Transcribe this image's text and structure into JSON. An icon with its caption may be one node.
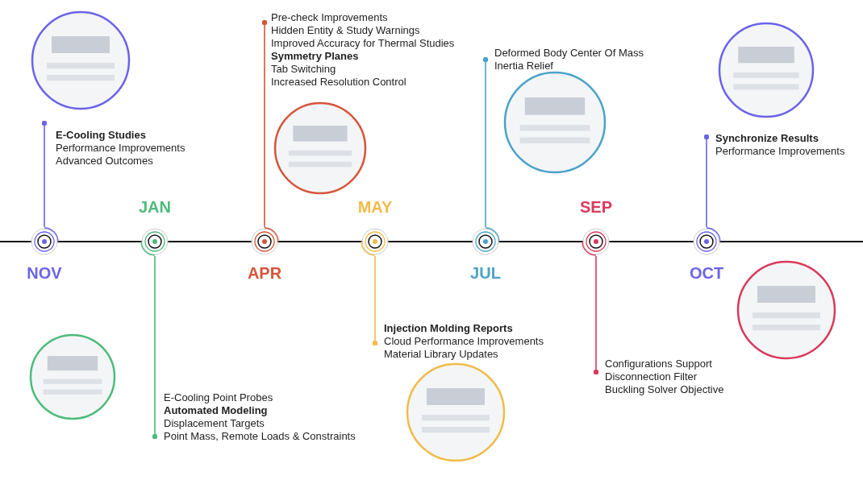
{
  "diagram": {
    "nodes": [
      {
        "text": [
          "NOV"
        ]
      },
      {
        "text": [
          "JAN"
        ]
      },
      {
        "text": [
          "APR"
        ]
      },
      {
        "text": [
          "MAY"
        ]
      },
      {
        "text": [
          "JUL"
        ]
      },
      {
        "text": [
          "SEP"
        ]
      },
      {
        "text": [
          "OCT"
        ]
      },
      {
        "text": [
          "**E-Cooling Studies**",
          "Performance Improvements",
          "Advanced Outcomes"
        ]
      },
      {
        "text": [
          "E-Cooling Point Probes",
          "**Automated Modeling**",
          "Displacement Targets",
          "Point Mass, Remote Loads & Constraints"
        ]
      },
      {
        "text": [
          "Pre-check Improvements",
          "Hidden Entity & Study Warnings",
          "Improved Accuracy for Thermal Studies",
          "**Symmetry Planes**",
          "Tab Switching",
          "Increased Resolution Control"
        ]
      },
      {
        "text": [
          "**Injection Molding Reports**",
          "Cloud Performance Improvements",
          "Material Library Updates"
        ]
      },
      {
        "text": [
          "Deformed Body Center Of Mass",
          "Inertia Relief"
        ]
      },
      {
        "text": [
          "Configurations Support",
          "Disconnection Filter",
          "Buckling Solver Objective"
        ]
      },
      {
        "text": [
          "**Synchronize Results**",
          "Performance Improvements"
        ]
      },
      {
        "text": [],
        "shape": "picture"
      },
      {
        "text": [],
        "shape": "picture"
      },
      {
        "text": [],
        "shape": "picture"
      },
      {
        "text": [],
        "shape": "picture"
      },
      {
        "text": [],
        "shape": "picture"
      },
      {
        "text": [],
        "shape": "picture"
      },
      {
        "text": [],
        "shape": "picture"
      }
    ],
    "edges": [
      {
        "from": 0,
        "to": 7,
        "arrow": "other",
        "color": "#6b63e8"
      },
      {
        "from": 1,
        "to": 8,
        "arrow": "other",
        "color": "#4cbb7a"
      },
      {
        "from": 2,
        "to": 9,
        "arrow": "other",
        "color": "#d6553a"
      },
      {
        "from": 3,
        "to": 10,
        "arrow": "other",
        "color": "#f0bb4a"
      },
      {
        "from": 4,
        "to": 11,
        "arrow": "other",
        "color": "#4aa3c8"
      },
      {
        "from": 5,
        "to": 12,
        "arrow": "other",
        "color": "#d83a5a"
      },
      {
        "from": 6,
        "to": 13,
        "arrow": "other",
        "color": "#6b63e8"
      }
    ]
  }
}
